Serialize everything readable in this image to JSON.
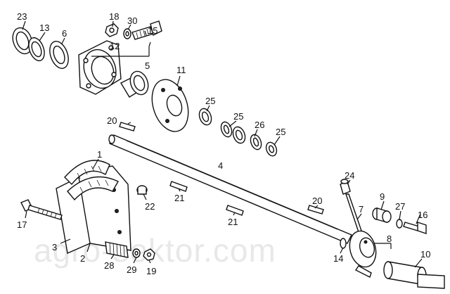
{
  "labels": {
    "p23": "23",
    "p13": "13",
    "p6": "6",
    "p18": "18",
    "p30": "30",
    "p15": "15",
    "p12": "12",
    "p5": "5",
    "p11": "11",
    "p25a": "25",
    "p25b": "25",
    "p26": "26",
    "p25c": "25",
    "p20a": "20",
    "p4": "4",
    "p1": "1",
    "p24": "24",
    "p22": "22",
    "p21a": "21",
    "p20b": "20",
    "p9": "9",
    "p27": "27",
    "p16": "16",
    "p7": "7",
    "p21b": "21",
    "p17": "17",
    "p3": "3",
    "p2": "2",
    "p28": "28",
    "p29": "29",
    "p19": "19",
    "p14": "14",
    "p8": "8",
    "p10": "10"
  },
  "watermark": "agro-sektor.com"
}
